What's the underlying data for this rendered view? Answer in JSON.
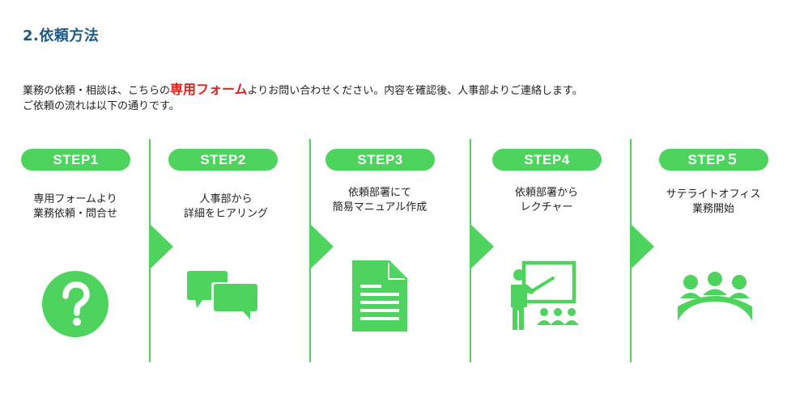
{
  "page": {
    "title": "2.依頼方法"
  },
  "intro": {
    "line1_before": "業務の依頼・相談は、こちらの",
    "line1_highlight": "専用フォーム",
    "line1_after": "よりお問い合わせください。内容を確認後、人事部よりご連絡します。",
    "line2": "ご依頼の流れは以下の通りです。"
  },
  "steps": [
    {
      "label": "STEP1",
      "caption": [
        "専用フォームより",
        "業務依頼・問合せ"
      ],
      "icon": "question-icon"
    },
    {
      "label": "STEP2",
      "caption": [
        "人事部から",
        "詳細をヒアリング"
      ],
      "icon": "chat-bubbles-icon"
    },
    {
      "label": "STEP3",
      "caption": [
        "依頼部署にて",
        "簡易マニュアル作成"
      ],
      "icon": "document-icon"
    },
    {
      "label": "STEP4",
      "caption": [
        "依頼部署から",
        "レクチャー"
      ],
      "icon": "presentation-icon"
    },
    {
      "label": "STEP５",
      "caption": [
        "サテライトオフィス",
        "業務開始"
      ],
      "icon": "meeting-group-icon"
    }
  ],
  "colors": {
    "accent_green": "#4ed35f",
    "title_blue": "#1c5a86",
    "highlight_red": "#e0211b"
  }
}
